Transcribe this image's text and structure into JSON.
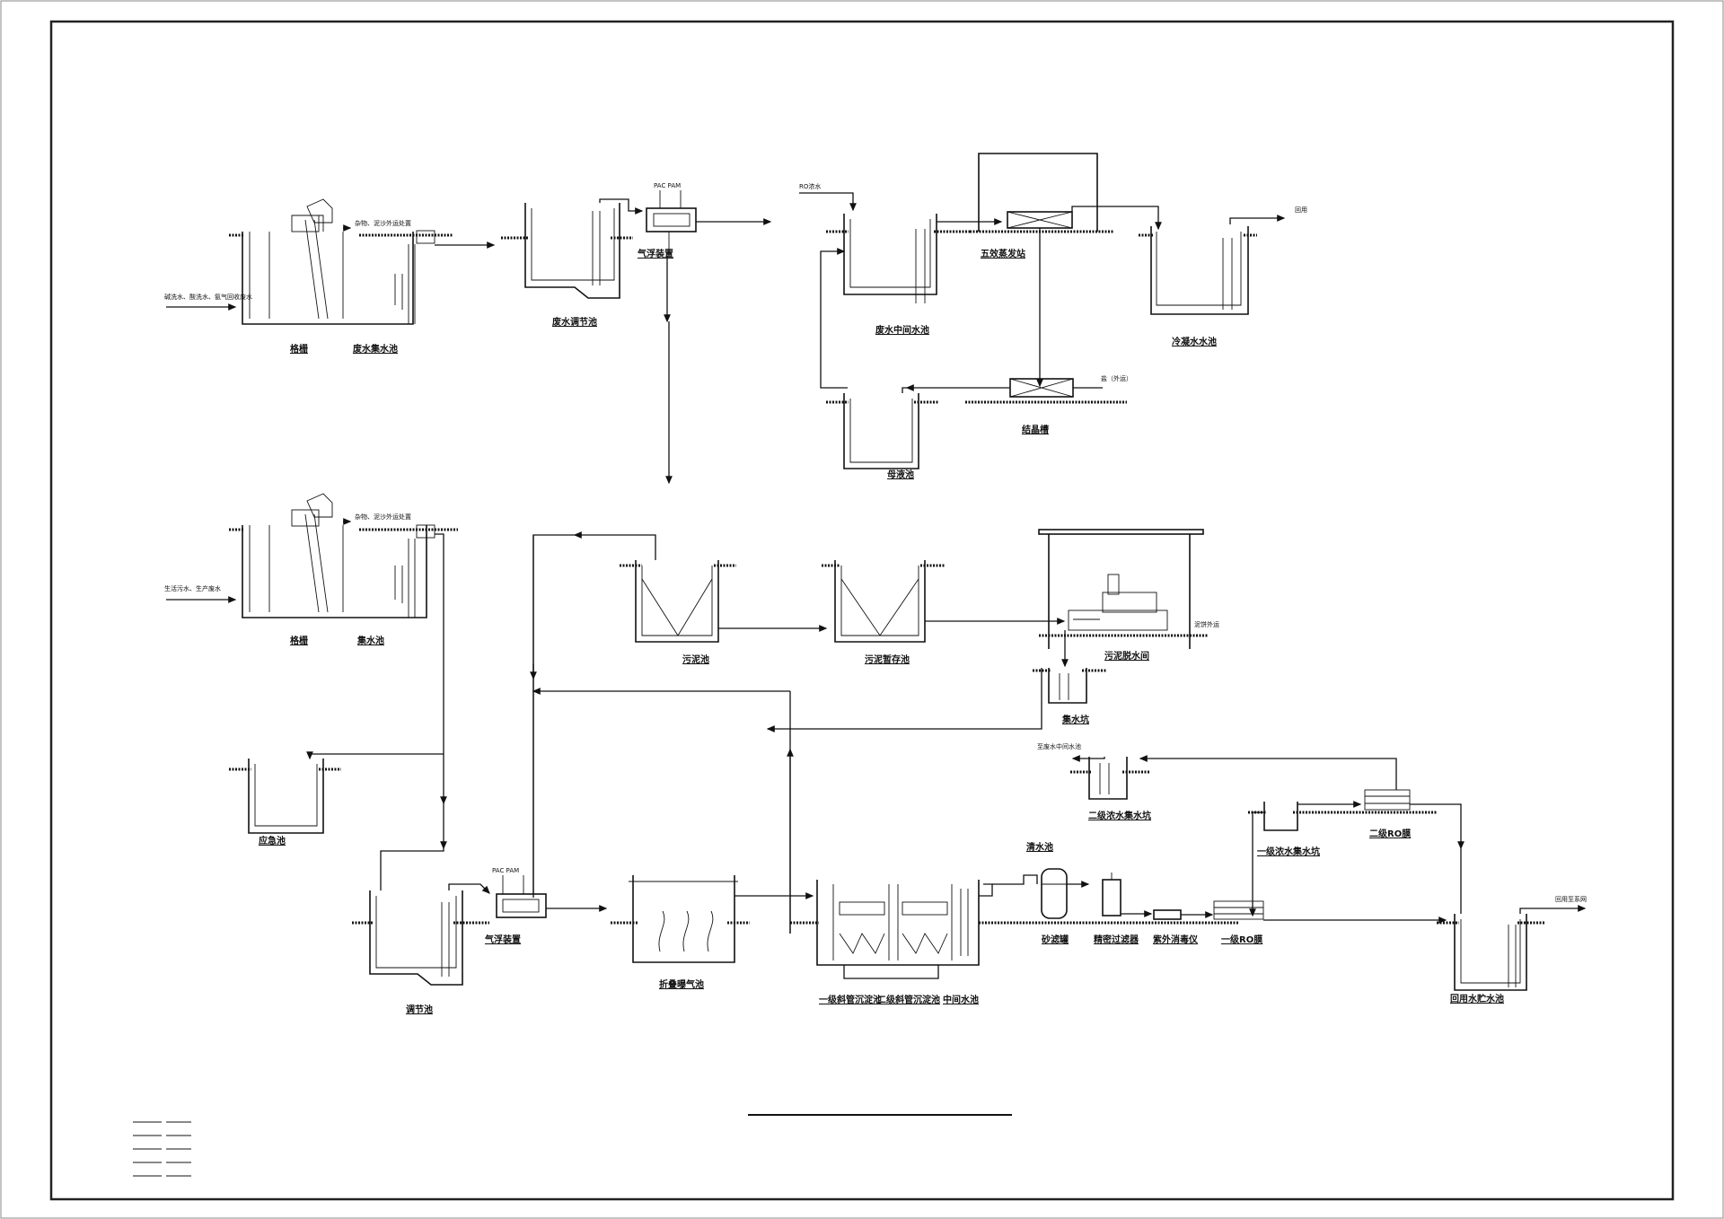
{
  "labels": {
    "grille_1": "格栅",
    "waste_collect": "废水集水池",
    "waste_adjust": "废水调节池",
    "float_1": "气浮装置",
    "pac_pam_1": "PAC PAM",
    "ro_concentrate": "RO浓水",
    "waste_mid": "废水中间水池",
    "evaporator": "五效蒸发站",
    "cond_water": "冷凝水水池",
    "reuse": "回用",
    "crystal": "结晶槽",
    "salt": "盐（外运）",
    "guide_tank": "母液池",
    "impurities_1": "杂物、泥沙外运处置",
    "impurities_2": "杂物、泥沙外运处置",
    "inflow_1": "碱洗水、酸洗水、氨气回收废水",
    "inflow_2": "生活污水、生产废水",
    "grille_2": "格栅",
    "collect": "集水池",
    "sludge_tank": "污泥池",
    "sludge_hold": "污泥暂存池",
    "sludge_dewater": "污泥脱水间",
    "sludge_out": "泥饼外运",
    "collect_pit": "集水坑",
    "emergency": "应急池",
    "to_waste_mid": "至废水中间水池",
    "ro2_pit": "二级浓水集水坑",
    "ro1_pit": "一级浓水集水坑",
    "ro2": "二级RO膜",
    "adjust": "调节池",
    "pac_pam_2": "PAC PAM",
    "float_2": "气浮装置",
    "aeration": "折叠曝气池",
    "sed_1": "一级斜管沉淀池",
    "sed_2": "二级斜管沉淀池",
    "mid_tank": "中间水池",
    "clear_water": "清水池",
    "sand_filter": "砂滤罐",
    "precision_filter": "精密过滤器",
    "uv": "紫外消毒仪",
    "ro1": "一级RO膜",
    "reuse_storage": "回用水贮水池",
    "to_reuse_net": "回用至系网"
  }
}
